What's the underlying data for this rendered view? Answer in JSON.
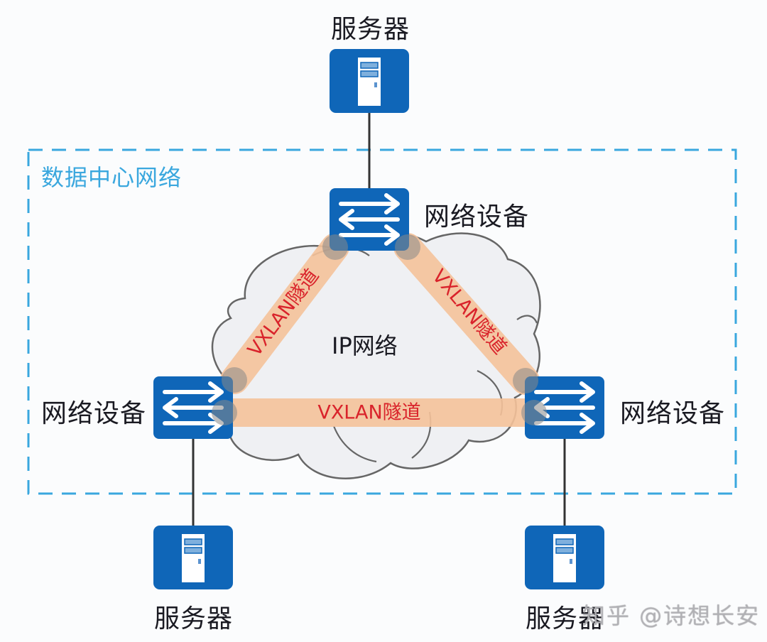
{
  "diagram": {
    "zone_label": "数据中心网络",
    "cloud_label": "IP网络",
    "colors": {
      "device_blue": "#0f66b8",
      "zone_border": "#3aa7de",
      "tunnel_fill": "#f5c39b",
      "tunnel_text": "#d9232b",
      "cloud_fill": "#eff0f3",
      "cloud_stroke": "#666666",
      "link_line": "#333333"
    },
    "servers": [
      {
        "id": "server-top",
        "label": "服务器"
      },
      {
        "id": "server-bottom-left",
        "label": "服务器"
      },
      {
        "id": "server-bottom-right",
        "label": "服务器"
      }
    ],
    "switches": [
      {
        "id": "switch-top",
        "label": "网络设备"
      },
      {
        "id": "switch-left",
        "label": "网络设备"
      },
      {
        "id": "switch-right",
        "label": "网络设备"
      }
    ],
    "tunnels": [
      {
        "id": "tunnel-top-left",
        "from": "switch-top",
        "to": "switch-left",
        "label": "VXLAN隧道"
      },
      {
        "id": "tunnel-top-right",
        "from": "switch-top",
        "to": "switch-right",
        "label": "VXLAN隧道"
      },
      {
        "id": "tunnel-bottom",
        "from": "switch-left",
        "to": "switch-right",
        "label": "VXLAN隧道"
      }
    ],
    "links": [
      {
        "from": "server-top",
        "to": "switch-top"
      },
      {
        "from": "switch-left",
        "to": "server-bottom-left"
      },
      {
        "from": "switch-right",
        "to": "server-bottom-right"
      }
    ]
  },
  "watermark": "知乎 @诗想长安"
}
